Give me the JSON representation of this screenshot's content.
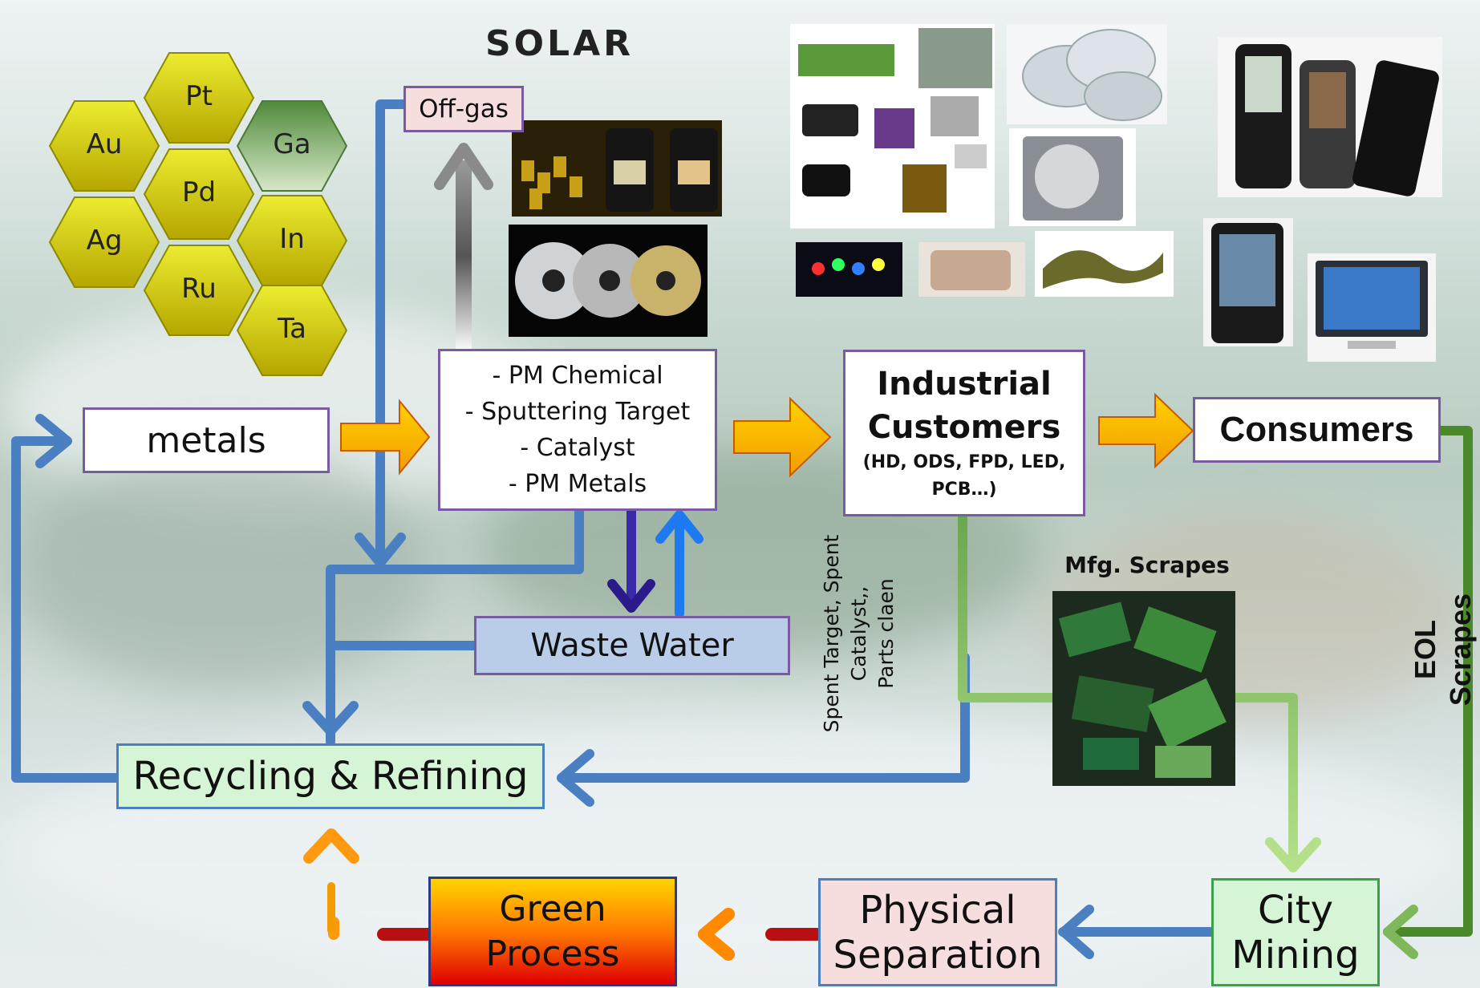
{
  "logo": "SOLAR",
  "hexagons": [
    "Pt",
    "Au",
    "Ga",
    "Pd",
    "Ag",
    "In",
    "Ru",
    "Ta"
  ],
  "boxes": {
    "offgas": "Off-gas",
    "metals": "metals",
    "products": [
      "- PM Chemical",
      "- Sputtering Target",
      "- Catalyst",
      "- PM Metals"
    ],
    "industrial_title_1": "Industrial",
    "industrial_title_2": "Customers",
    "industrial_sub_1": "(HD, ODS, FPD, LED,",
    "industrial_sub_2": "PCB…)",
    "consumers": "Consumers",
    "waste_water": "Waste Water",
    "recycling": "Recycling & Refining",
    "green_1": "Green",
    "green_2": "Process",
    "physical_1": "Physical",
    "physical_2": "Separation",
    "city_1": "City",
    "city_2": "Mining"
  },
  "labels": {
    "mfg_scrapes": "Mfg. Scrapes",
    "eol_1": "EOL",
    "eol_2": "Scrapes",
    "spent_1": "Spent Target, Spent",
    "spent_2": "Catalyst,,",
    "spent_3": "Parts claen"
  },
  "colors": {
    "blue_flow": "#4a7fc1",
    "green_flow": "#5b9a3c",
    "orange_arrow": "#f5a800",
    "purple_border": "#7a5aa0",
    "hex_gold": "#c8c800"
  }
}
